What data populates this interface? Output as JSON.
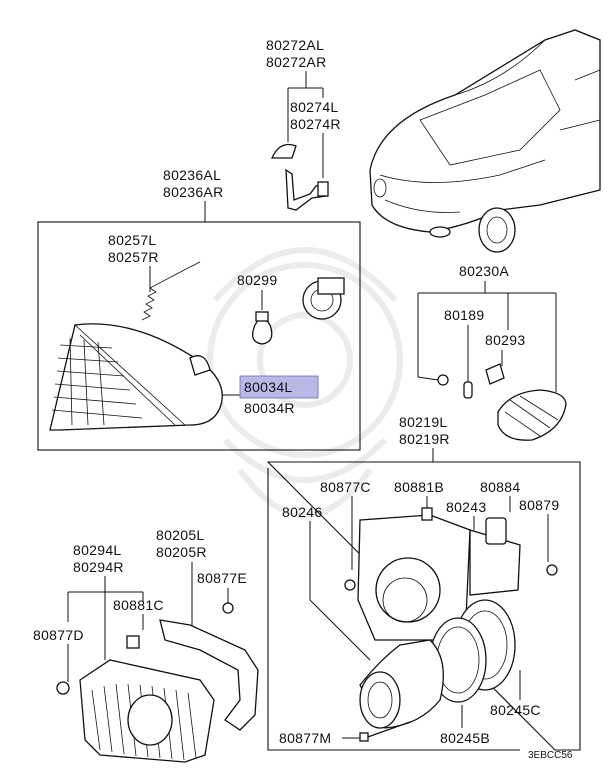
{
  "parts": {
    "p80272": [
      "80272AL",
      "80272AR"
    ],
    "p80274": [
      "80274L",
      "80274R"
    ],
    "p80236": [
      "80236AL",
      "80236AR"
    ],
    "p80257": [
      "80257L",
      "80257R"
    ],
    "p80299": "80299",
    "p80034": [
      "80034L",
      "80034R"
    ],
    "p80230A": "80230A",
    "p80189": "80189",
    "p80293": "80293",
    "p80219": [
      "80219L",
      "80219R"
    ],
    "p80877C": "80877C",
    "p80881B": "80881B",
    "p80884": "80884",
    "p80246": "80246",
    "p80243": "80243",
    "p80879": "80879",
    "p80205": [
      "80205L",
      "80205R"
    ],
    "p80294": [
      "80294L",
      "80294R"
    ],
    "p80877E": "80877E",
    "p80881C": "80881C",
    "p80877D": "80877D",
    "p80245C": "80245C",
    "p80877M": "80877M",
    "p80245B": "80245B"
  },
  "highlighted_part": "80034L",
  "diagram_code": "3EBCC56",
  "colors": {
    "highlight": "#b9b9e6",
    "line": "#111111"
  }
}
